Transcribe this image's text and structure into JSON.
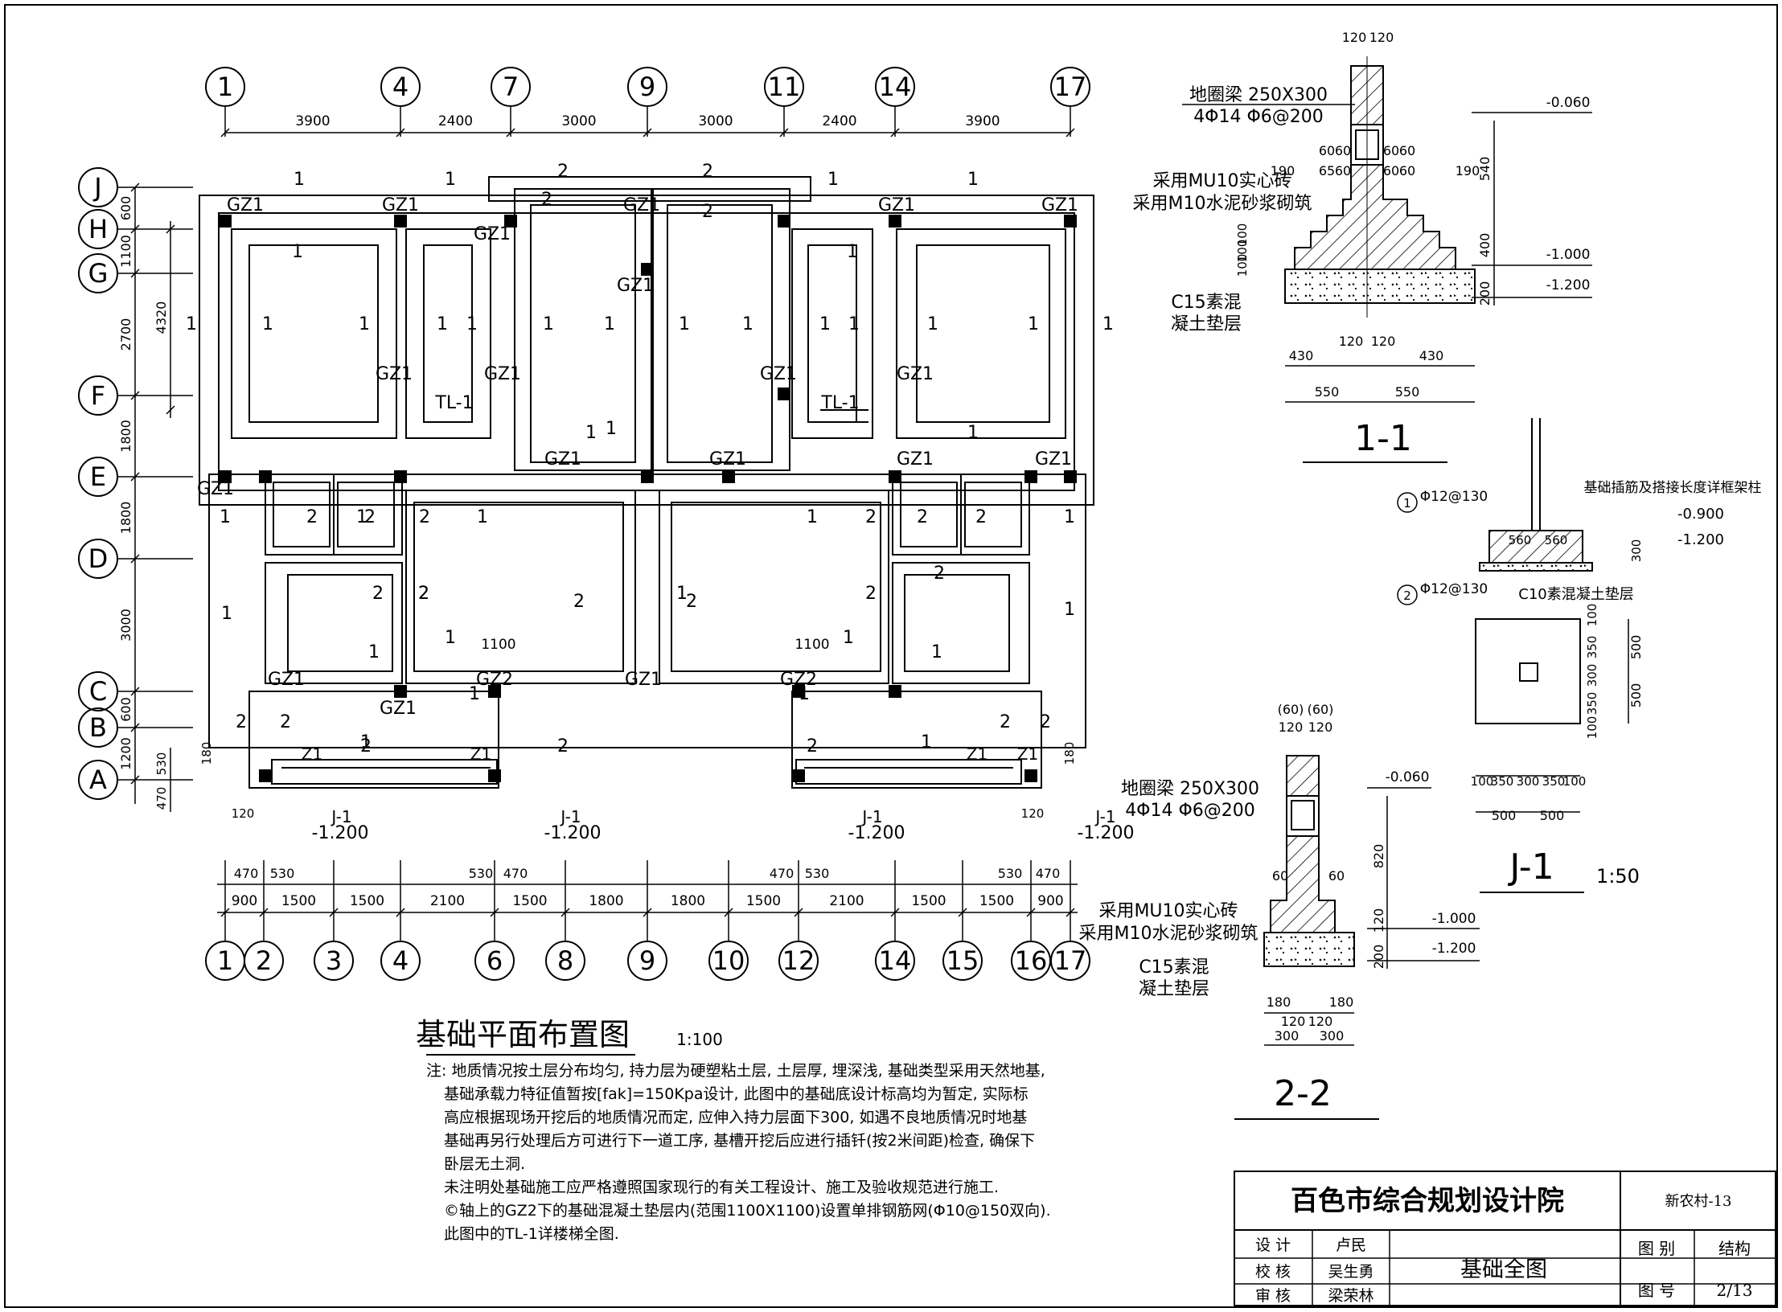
{
  "plan": {
    "title": "基础平面布置图",
    "scale": "1:100",
    "top_axes": [
      "1",
      "4",
      "7",
      "9",
      "11",
      "14",
      "17"
    ],
    "top_dims": [
      "3900",
      "2400",
      "3000",
      "3000",
      "2400",
      "3900"
    ],
    "left_axes": [
      "J",
      "H",
      "G",
      "F",
      "E",
      "D",
      "C",
      "B",
      "A"
    ],
    "left_dims": [
      "600",
      "1100",
      "2700",
      "1800",
      "1800",
      "3000",
      "600",
      "1200"
    ],
    "left_sub_dims": [
      "4320",
      "530",
      "470"
    ],
    "bottom_axes": [
      "1",
      "2",
      "3",
      "4",
      "6",
      "8",
      "9",
      "10",
      "12",
      "14",
      "15",
      "16",
      "17"
    ],
    "bottom_dims": [
      "900",
      "1500",
      "1500",
      "2100",
      "1500",
      "1800",
      "1800",
      "1500",
      "2100",
      "1500",
      "1500",
      "900"
    ],
    "bottom_sub_dims": [
      "470",
      "530",
      "530",
      "470",
      "470",
      "530",
      "530",
      "470"
    ],
    "column_gz1": "GZ1",
    "column_gz2": "GZ2",
    "beam_tl1": "TL-1",
    "marker_z1": "Z1",
    "wall_1": "1",
    "wall_2": "2",
    "dim_1100": "1100",
    "dim_180": "180",
    "dim_120": "120",
    "section_j1": "J-1",
    "elev_1200": "-1.200"
  },
  "section_11": {
    "title": "1-1",
    "beam": "地圈梁 250X300",
    "rebar": "4Φ14 Φ6@200",
    "brick": "采用MU10实心砖",
    "mortar": "采用M10水泥砂浆砌筑",
    "cushion_1": "C15素混",
    "cushion_2": "凝土垫层",
    "top_dims": [
      "120",
      "120"
    ],
    "step_dims": [
      "60",
      "60",
      "60",
      "60"
    ],
    "step_dims2": [
      "65",
      "60",
      "60",
      "60"
    ],
    "side_dim": "190",
    "step_h": [
      "100",
      "100",
      "100"
    ],
    "heights": [
      "540",
      "400",
      "200"
    ],
    "elevs": [
      "-0.060",
      "-1.000",
      "-1.200"
    ],
    "bottom_dims1": [
      "430",
      "120",
      "120",
      "430"
    ],
    "bottom_dims2": [
      "550",
      "550"
    ]
  },
  "section_22": {
    "title": "2-2",
    "beam": "地圈梁 250X300",
    "rebar": "4Φ14 Φ6@200",
    "brick": "采用MU10实心砖",
    "mortar": "采用M10水泥砂浆砌筑",
    "cushion_1": "C15素混",
    "cushion_2": "凝土垫层",
    "top_dims_paren": [
      "(60)",
      "(60)"
    ],
    "top_dims": [
      "120",
      "120"
    ],
    "side_dims": [
      "60",
      "60"
    ],
    "heights": [
      "820",
      "120",
      "200"
    ],
    "elevs": [
      "-0.060",
      "-1.000",
      "-1.200"
    ],
    "bottom_dims1": [
      "180",
      "120",
      "120",
      "180"
    ],
    "bottom_dims2": [
      "300",
      "300"
    ]
  },
  "detail_j1": {
    "title": "J-1",
    "scale": "1:50",
    "note": "基础插筋及搭接长度详框架柱",
    "rebar1_no": "1",
    "rebar1": "Φ12@130",
    "rebar2_no": "2",
    "rebar2": "Φ12@130",
    "cushion": "C10素混凝土垫层",
    "widths": [
      "560",
      "560"
    ],
    "elevs": [
      "-0.900",
      "-1.200"
    ],
    "height": "300",
    "side_dims": [
      "100",
      "350",
      "300",
      "350",
      "100"
    ],
    "side_dims2": [
      "500",
      "500"
    ],
    "bottom_dims": [
      "100",
      "350",
      "300",
      "350",
      "100"
    ],
    "bottom_dims2": [
      "500",
      "500"
    ]
  },
  "notes": [
    "注: 地质情况按土层分布均匀, 持力层为硬塑粘土层, 土层厚, 埋深浅, 基础类型采用天然地基,",
    "基础承载力特征值暂按[fak]=150Kpa设计, 此图中的基础底设计标高均为暂定, 实际标",
    "高应根据现场开挖后的地质情况而定, 应伸入持力层面下300, 如遇不良地质情况时地基",
    "基础再另行处理后方可进行下一道工序, 基槽开挖后应进行插钎(按2米间距)检查, 确保下",
    "卧层无土洞.",
    "未注明处基础施工应严格遵照国家现行的有关工程设计、施工及验收规范进行施工.",
    "©轴上的GZ2下的基础混凝土垫层内(范围1100X1100)设置单排钢筋网(Φ10@150双向).",
    "此图中的TL-1详楼梯全图."
  ],
  "title_block": {
    "company": "百色市综合规划设计院",
    "project": "新农村-13",
    "design_label": "设 计",
    "design_name": "卢民",
    "check_label": "校 核",
    "check_name": "吴生勇",
    "review_label": "审 核",
    "review_name": "梁荣林",
    "drawing_name": "基础全图",
    "category_label": "图 别",
    "category": "结构",
    "number_label": "图 号",
    "number": "2/13"
  }
}
